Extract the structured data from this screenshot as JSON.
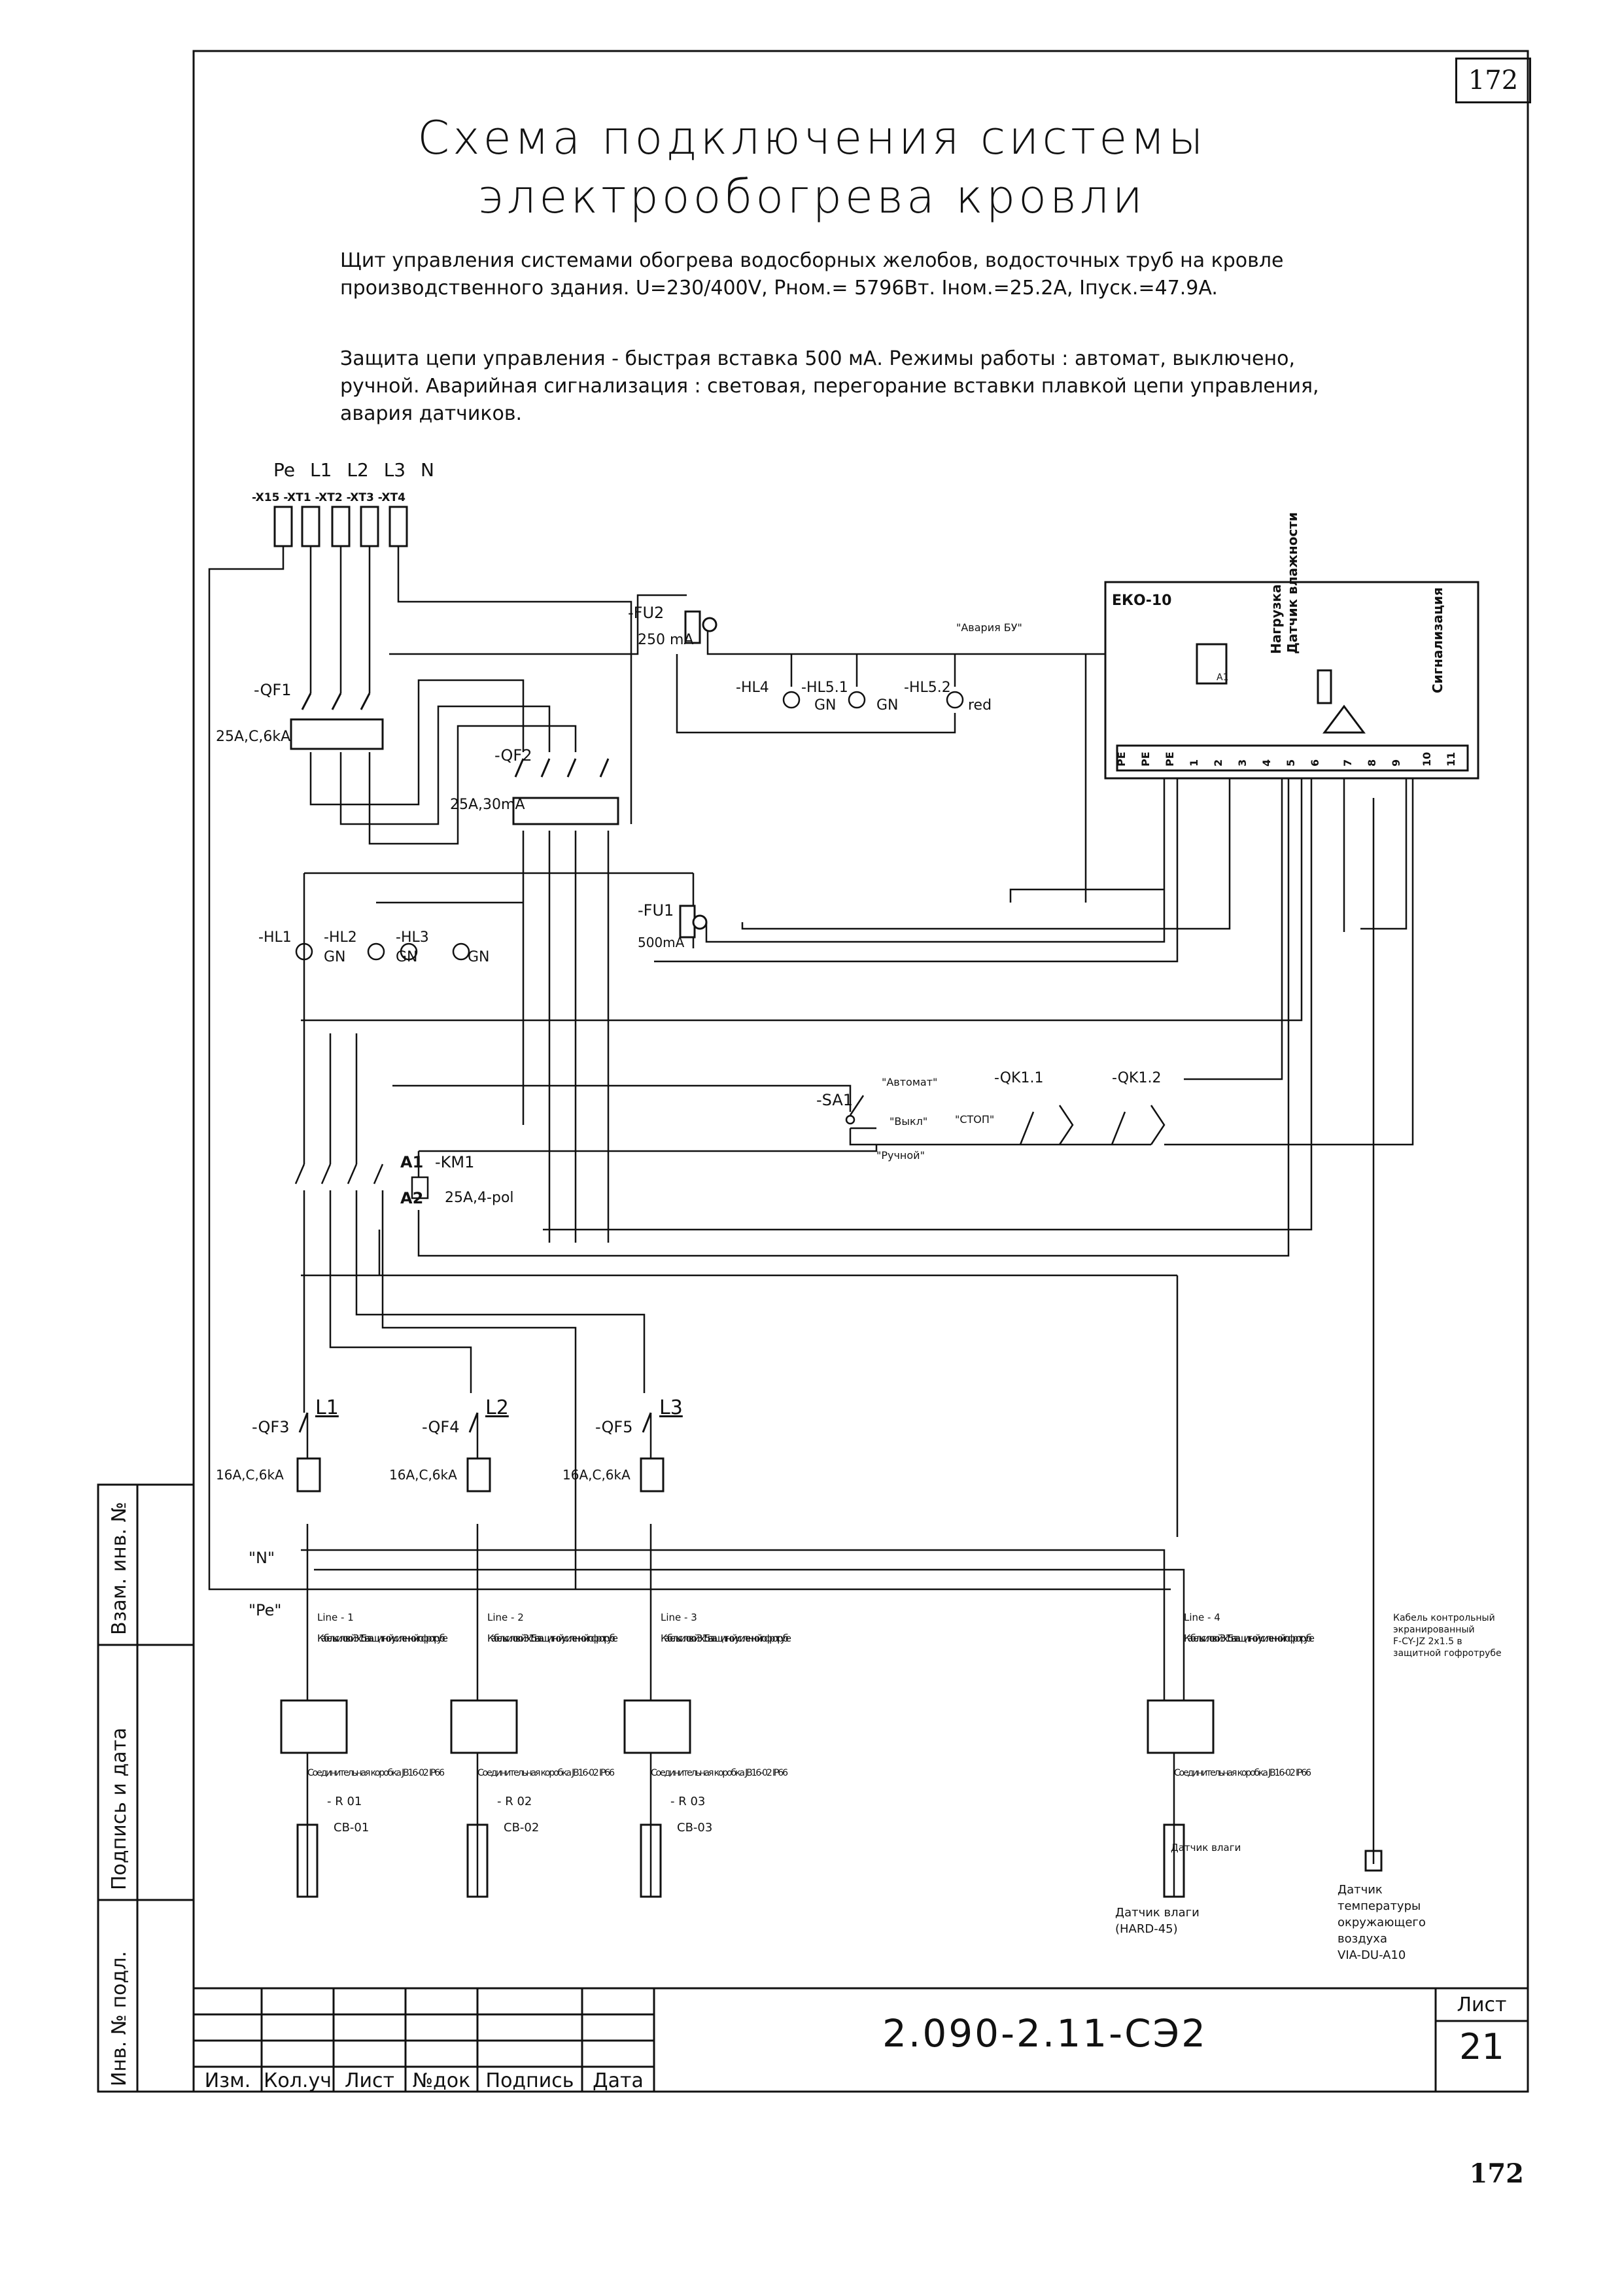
{
  "page_number_top": "172",
  "page_number_bottom": "172",
  "title": {
    "line1": "Схема подключения системы",
    "line2": "электрообогрева кровли"
  },
  "description": {
    "line1": "Щит управления системами обогрева водосборных желобов, водосточных труб на кровле",
    "line2": "производственного здания. U=230/400V, Pном.= 5796Вт. Iном.=25.2A, Iпуск.=47.9A.",
    "line3": "Защита цепи управления - быстрая вставка 500 мА. Режимы работы : автомат, выключено,",
    "line4": "ручной. Аварийная сигнализация : световая, перегорание вставки плавкой цепи управления,",
    "line5": "авария датчиков."
  },
  "terminals": {
    "labels": [
      "Pe",
      "L1",
      "L2",
      "L3",
      "N"
    ],
    "codes": "-X15 -XT1 -XT2 -XT3 -XT4"
  },
  "components": {
    "qf1": "-QF1",
    "qf1_rating": "25A,C,6kA",
    "qf2": "-QF2",
    "qf2_rating": "25A,30mA",
    "fu2": "-FU2",
    "fu2_rating": "250 mA",
    "fu1": "-FU1",
    "fu1_rating": "500mA",
    "hl4": "-HL4",
    "hl51": "-HL5.1",
    "hl52": "-HL5.2",
    "hl1": "-HL1",
    "hl2": "-HL2",
    "hl3": "-HL3",
    "gn": "GN",
    "red": "red",
    "alarm_label": "\"Авария БУ\"",
    "sa1": "-SA1",
    "sa1_auto": "\"Автомат\"",
    "sa1_off": "\"Выкл\"",
    "sa1_manual": "\"Ручной\"",
    "stop": "\"СТОП\"",
    "qk11": "-QK1.1",
    "qk12": "-QK1.2",
    "km1": "-KM1",
    "km1_rating": "25A,4-pol",
    "a1": "A1",
    "a2": "A2",
    "qf3": "-QF3",
    "qf4": "-QF4",
    "qf5": "-QF5",
    "branch_rating": "16A,C,6kA",
    "l1": "L1",
    "l2": "L2",
    "l3": "L3",
    "n_label": "\"N\"",
    "pe_label": "\"Pe\""
  },
  "controller": {
    "name": "ЕКО-10",
    "vertical_labels": [
      "Нагрузка",
      "Датчик влажности",
      "Сигнализация"
    ],
    "terminals": [
      "PE",
      "PE",
      "PE",
      "1",
      "2",
      "3",
      "4",
      "5",
      "6",
      "7",
      "8",
      "9",
      "10",
      "11"
    ],
    "a1": "A1"
  },
  "lines": [
    {
      "line": "Line - 1",
      "cable": "Кабель силовой 3х1.5 в защитной усиленной гофротрубе",
      "box": "Соединительная коробка JB16-02 IP66",
      "r": "- R 01",
      "cb": "СВ-01"
    },
    {
      "line": "Line - 2",
      "cable": "Кабель силовой 3х1.5 в защитной усиленной гофротрубе",
      "box": "Соединительная коробка JB16-02 IP66",
      "r": "- R 02",
      "cb": "СВ-02"
    },
    {
      "line": "Line - 3",
      "cable": "Кабель силовой 3х1.5 в защитной усиленной гофротрубе",
      "box": "Соединительная коробка JB16-02 IP66",
      "r": "- R 03",
      "cb": "СВ-03"
    },
    {
      "line": "Line - 4",
      "cable": "Кабель силовой 3х1.5 в защитной усиленной гофротрубе",
      "box": "Соединительная коробка JB16-02 IP66",
      "r": "",
      "cb": ""
    }
  ],
  "sensors": {
    "moisture_line1": "Датчик влаги",
    "moisture_line2": "(HARD-45)",
    "control_cable_line1": "Кабель контрольный",
    "control_cable_line2": "экранированный",
    "control_cable_line3": "F-CY-JZ 2x1.5 в",
    "control_cable_line4": "защитной гофротрубе",
    "temp_line1": "Датчик",
    "temp_line2": "температуры",
    "temp_line3": "окружающего",
    "temp_line4": "воздуха",
    "temp_line5": "VIA-DU-A10"
  },
  "title_block": {
    "document_code": "2.090-2.11-СЭ2",
    "sheet_label": "Лист",
    "sheet_number": "21",
    "columns": [
      "Изм.",
      "Кол.уч",
      "Лист",
      "№док",
      "Подпись",
      "Дата"
    ]
  },
  "side_stamp": {
    "labels": [
      "Взам. инв. №",
      "Подпись и дата",
      "Инв. № подл."
    ]
  }
}
